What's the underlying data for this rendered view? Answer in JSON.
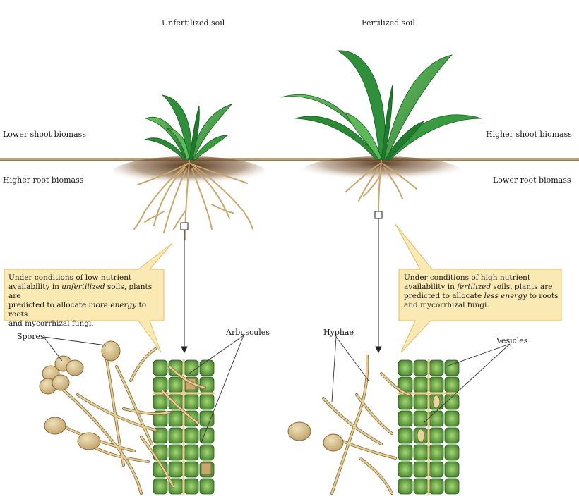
{
  "titles": {
    "left": "Unfertilized soil",
    "right": "Fertilized soil"
  },
  "side_labels": {
    "lower_shoot": "Lower shoot biomass",
    "higher_root": "Higher root biomass",
    "higher_shoot": "Higher shoot biomass",
    "lower_root": "Lower root biomass"
  },
  "callouts": {
    "left": {
      "line1": "Under conditions of low nutrient",
      "line2_pre": "availability in ",
      "line2_em": "unfertilized",
      "line2_post": " soils, plants are",
      "line3_pre": "predicted to allocate ",
      "line3_em": "more energy",
      "line3_post": " to roots",
      "line4": "and mycorrhizal fungi."
    },
    "right": {
      "line1": "Under conditions of high nutrient",
      "line2_pre": "availability in ",
      "line2_em": "fertilized",
      "line2_post": " soils, plants are",
      "line3_pre": "predicted to allocate ",
      "line3_em": "less energy",
      "line3_post": " to roots",
      "line4": "and mycorrhizal fungi."
    }
  },
  "structure_labels": {
    "spores": "Spores",
    "arbuscules": "Arbuscules",
    "hyphae": "Hyphae",
    "vesicles": "Vesicles"
  },
  "colors": {
    "leaf_dark": "#1f7a2e",
    "leaf_light": "#5fb85a",
    "root": "#c9a66b",
    "root_outline": "#8a6a36",
    "soil_line": "#9c8463",
    "soil_shadow": "#5a3a1a",
    "callout_fill": "#fbe9b4",
    "callout_stroke": "#d9b560",
    "cell_fill": "#4d8f32",
    "cell_light": "#9fcf6a",
    "spore_fill": "#d9c08a"
  }
}
